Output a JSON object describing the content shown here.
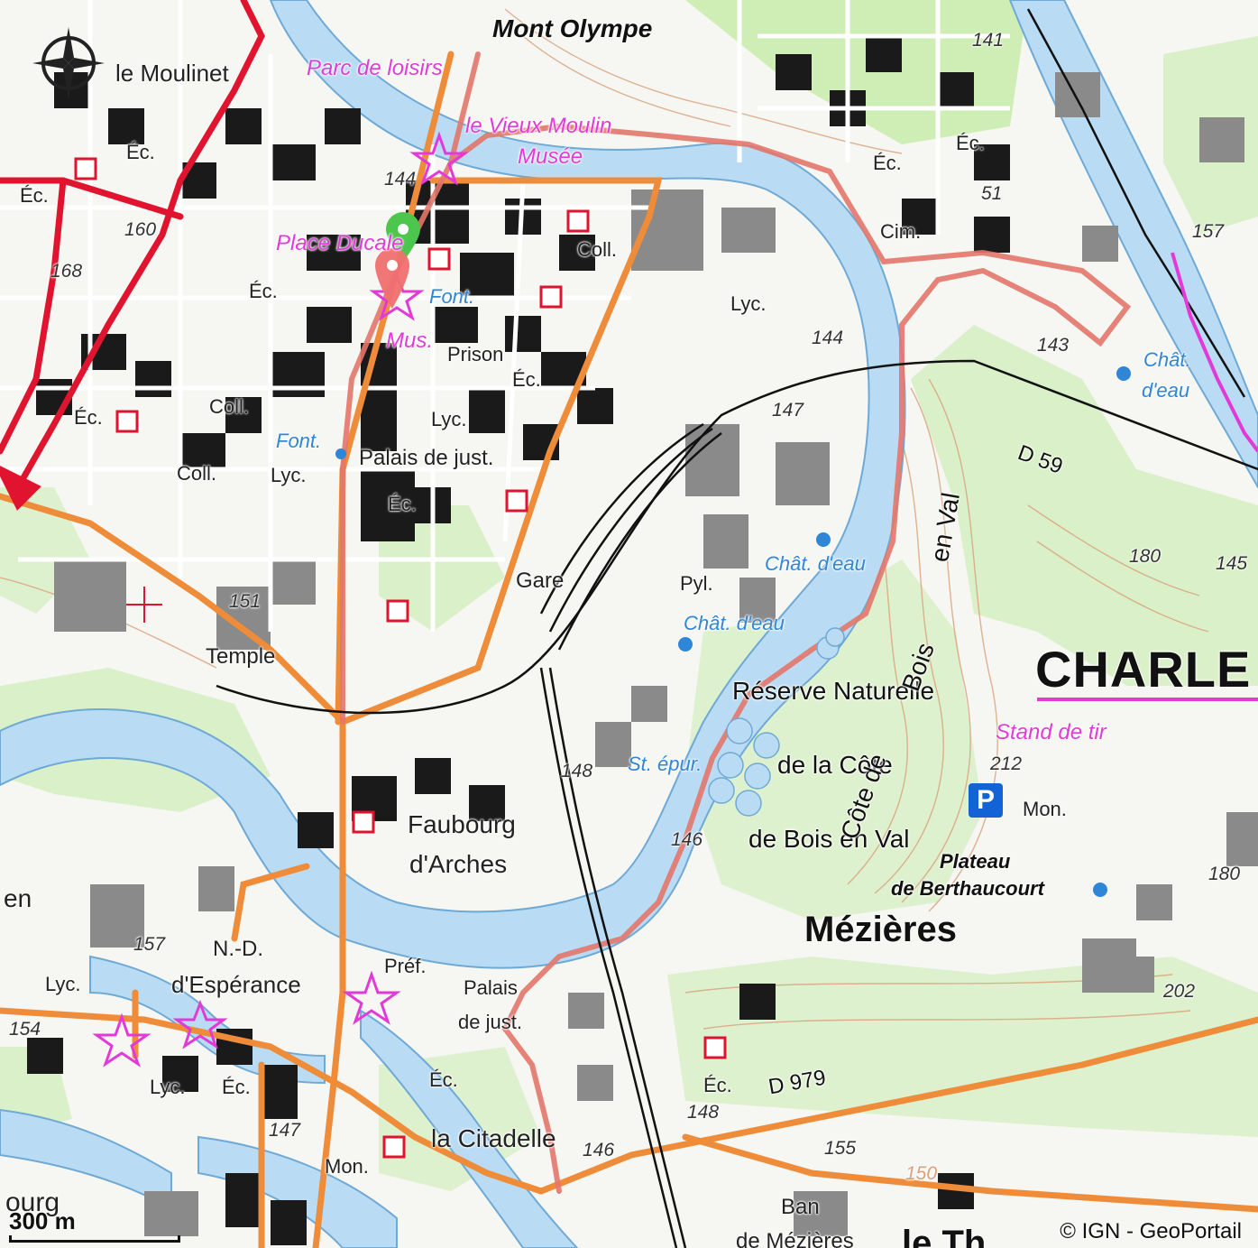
{
  "map": {
    "attribution": "© IGN - GeoPortail",
    "scale_label": "300 m",
    "colors": {
      "water": "#b9dcf4",
      "river_edge": "#6fa9d6",
      "building": "#1a1a1a",
      "building_grey": "#8a8a8a",
      "vegetation": "#cfeeb6",
      "main_road": "#ef8c3a",
      "primary_road": "#e0142f",
      "route_trace": "#e3776b",
      "poi": "#e23ad8",
      "railway": "#111111",
      "contour": "#d9a07a"
    },
    "markers": {
      "start": {
        "icon": "map-pin-green-icon",
        "color": "#4cc64c"
      },
      "end": {
        "icon": "map-pin-red-icon",
        "color": "#f07070"
      },
      "parking": {
        "icon": "parking-icon",
        "text": "P"
      }
    },
    "labels": {
      "mont_olympe": "Mont Olympe",
      "le_moulinet": "le Moulinet",
      "parc_loisirs": "Parc de loisirs",
      "vieux_moulin": "le Vieux Moulin",
      "musee": "Musée",
      "place_ducale": "Place Ducale",
      "font_1": "Font.",
      "mus": "Mus.",
      "prison": "Prison",
      "ec_1": "Éc.",
      "coll_1": "Coll.",
      "lyc_1": "Lyc.",
      "ec_2": "Éc.",
      "ec_3": "Éc.",
      "ec_4": "Éc.",
      "cim": "Cim.",
      "lyc_2": "Lyc.",
      "font_2": "Font.",
      "palais_just_1": "Palais de just.",
      "ec_5": "Éc.",
      "coll_2": "Coll.",
      "coll_3": "Coll.",
      "lyc_3": "Lyc.",
      "ec_6": "Éc.",
      "lyc_4": "Lyc.",
      "gare": "Gare",
      "pyl": "Pyl.",
      "chat_eau_1": "Chât. d'eau",
      "chat_eau_2": "Chât. d'eau",
      "chat_eau_3": "Chât.",
      "chat_eau_3b": "d'eau",
      "temple": "Temple",
      "reserve": "Réserve Naturelle",
      "cote": "de la Côte",
      "bois_val": "de Bois en Val",
      "st_epur": "St. épur.",
      "stand_tir": "Stand de tir",
      "mon_1": "Mon.",
      "plateau": "Plateau",
      "berthaucourt": "de Berthaucourt",
      "mezieres": "Mézières",
      "charle": "CHARLE",
      "faubourg": "Faubourg",
      "arches": "d'Arches",
      "nd": "N.-D.",
      "esperance": "d'Espérance",
      "pref": "Préf.",
      "palais_2": "Palais",
      "palais_2b": "de just.",
      "lyc_5": "Lyc.",
      "lyc_6": "Lyc.",
      "ec_7": "Éc.",
      "ec_8": "Éc.",
      "ec_9": "Éc.",
      "citadelle": "la Citadelle",
      "mon_2": "Mon.",
      "ban": "Ban",
      "ban2": "de Mézières",
      "le_theux": "le Th",
      "d59": "D 59",
      "d979": "D 979",
      "en_val": "en Val",
      "bois": "Bois",
      "cote_de": "Côte de",
      "en": "en",
      "ourg": "ourg",
      "en_left": "en",
      "e160": "160",
      "e168": "168",
      "e141": "141",
      "e144a": "144",
      "e144b": "144",
      "e147a": "147",
      "e143": "143",
      "e151": "151",
      "e157a": "157",
      "e157b": "157",
      "e51": "51",
      "e180a": "180",
      "e180b": "180",
      "e145": "145",
      "e212": "212",
      "e202": "202",
      "e148a": "148",
      "e148b": "148",
      "e146a": "146",
      "e146b": "146",
      "e154": "154",
      "e147b": "147",
      "e155": "155",
      "e150": "150"
    }
  }
}
